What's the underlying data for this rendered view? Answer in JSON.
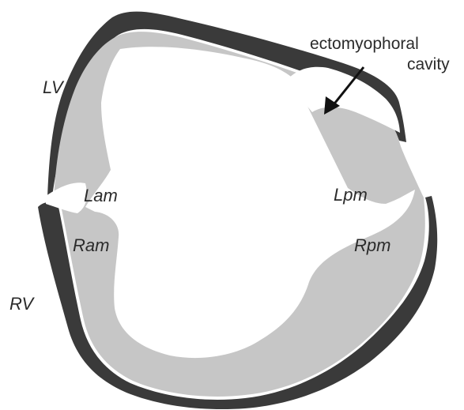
{
  "labels": {
    "lv": "LV",
    "rv": "RV",
    "lam": "Lam",
    "ram": "Ram",
    "lpm": "Lpm",
    "rpm": "Rpm"
  },
  "annotation": {
    "line1": "ectomyophoral",
    "line2": "cavity"
  },
  "colors": {
    "outer_wall": "#3a3a3a",
    "inner_layer": "#c6c6c6",
    "background": "#ffffff"
  }
}
